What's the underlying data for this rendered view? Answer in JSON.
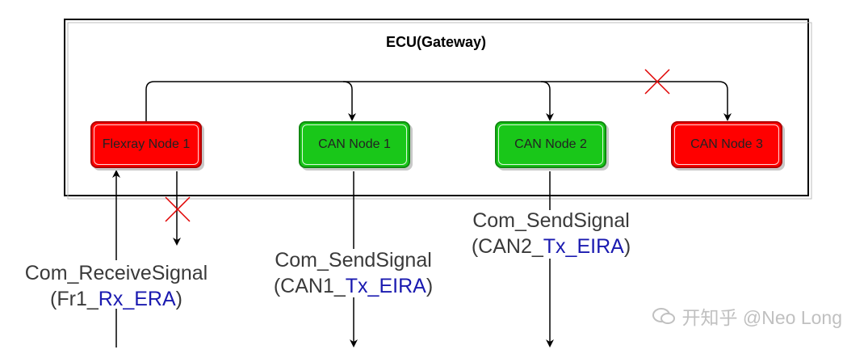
{
  "container": {
    "title": "ECU(Gateway)"
  },
  "nodes": [
    {
      "id": "flexray-node-1",
      "label": "Flexray Node 1",
      "color": "#ff0000",
      "status": "blocked"
    },
    {
      "id": "can-node-1",
      "label": "CAN Node 1",
      "color": "#19c719",
      "status": "ok"
    },
    {
      "id": "can-node-2",
      "label": "CAN Node 2",
      "color": "#19c719",
      "status": "ok"
    },
    {
      "id": "can-node-3",
      "label": "CAN Node 3",
      "color": "#ff0000",
      "status": "blocked"
    }
  ],
  "labels": {
    "receive": {
      "func": "Com_ReceiveSignal",
      "open": "(Fr1_",
      "sig": "Rx_ERA",
      "close": ")"
    },
    "send1": {
      "func": "Com_SendSignal",
      "open": "(CAN1_",
      "sig": "Tx_EIRA",
      "close": ")"
    },
    "send2": {
      "func": "Com_SendSignal",
      "open": "(CAN2_",
      "sig": "Tx_EIRA",
      "close": ")"
    }
  },
  "watermark": {
    "text": "开知乎 @Neo Long"
  },
  "colors": {
    "block_mark": "#e00000",
    "line": "#000000"
  }
}
